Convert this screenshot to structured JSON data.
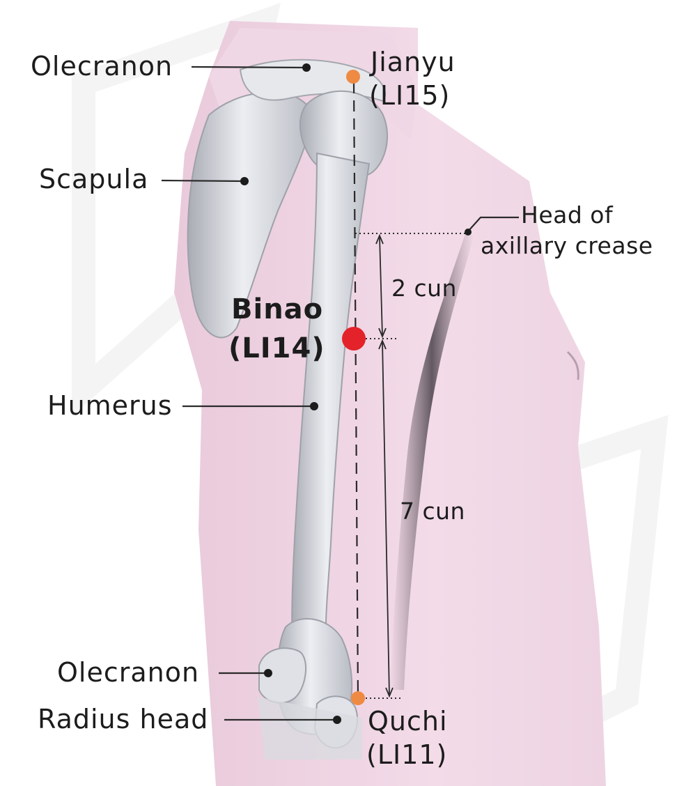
{
  "labels": {
    "olecranon_top": "Olecranon",
    "scapula": "Scapula",
    "humerus": "Humerus",
    "olecranon_bottom": "Olecranon",
    "radius_head": "Radius head",
    "axillary_line1": "Head of",
    "axillary_line2": "axillary crease"
  },
  "points": {
    "jianyu_name": "Jianyu",
    "jianyu_code": "(LI15)",
    "binao_name": "Binao",
    "binao_code": "(LI14)",
    "quchi_name": "Quchi",
    "quchi_code": "(LI11)"
  },
  "measures": {
    "upper": "2 cun",
    "lower": "7 cun"
  },
  "colors": {
    "main_point": "#e3222a",
    "minor_point": "#ef8a43",
    "skin": "#efd3e3",
    "bone": "#d6d8de",
    "line": "#2a2a2a"
  }
}
